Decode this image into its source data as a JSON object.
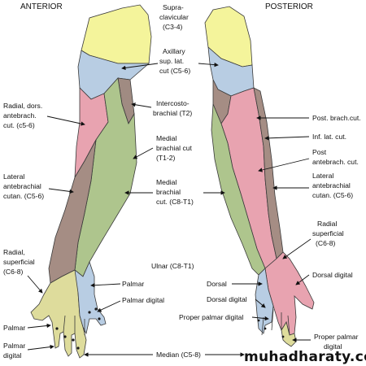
{
  "headings": {
    "anterior": "ANTERIOR",
    "posterior": "POSTERIOR"
  },
  "labels": {
    "supraclavicular": [
      "Supra-",
      "clavicular",
      "(C3-4)"
    ],
    "axillary": [
      "Axillary",
      "sup. lat.",
      "cut (C5-6)"
    ],
    "intercostobrachial": [
      "Intercosto-",
      "brachial (T2)"
    ],
    "medial_brachial_cut": [
      "Medial",
      "brachial cut",
      "(T1-2)"
    ],
    "medial_brachial_cut_c8": [
      "Medial",
      "brachial",
      "cut. (C8-T1)"
    ],
    "radial_dors": [
      "Radial, dors.",
      "antebrach.",
      "cut. (c5-6)"
    ],
    "lateral_antebrachial_left": [
      "Lateral",
      "antebrachial",
      "cutan. (C5-6)"
    ],
    "radial_superficial_left": [
      "Radial,",
      "superficial",
      "(C6-8)"
    ],
    "palmar_left": "Palmar",
    "palmar_digital_left": [
      "Palmar",
      "digital"
    ],
    "ulnar": "Ulnar (C8-T1)",
    "palmar_center": "Palmar",
    "palmar_digital_center": "Palmar digital",
    "median": "Median (C5-8)",
    "post_brach_cut": "Post. brach.cut.",
    "inf_lat_cut": "Inf. lat. cut.",
    "post_antebrach": [
      "Post",
      "antebrach. cut."
    ],
    "lateral_antebrachial_right": [
      "Lateral",
      "antebrachial",
      "cutan. (C5-6)"
    ],
    "radial_superficial_right": [
      "Radial",
      "superficial",
      "(C6-8)"
    ],
    "dorsal_digital_right": "Dorsal digital",
    "dorsal_center": "Dorsal",
    "dorsal_digital_center": "Dorsal digital",
    "proper_palmar_digital_center": "Proper palmar digital",
    "proper_palmar_right": [
      "Proper palmar",
      "digital"
    ]
  },
  "watermark": "muhadharaty.com",
  "colors": {
    "supraclavicular": "#f4f49b",
    "axillary": "#b8cde3",
    "intercostobrachial": "#a08b82",
    "radial_pink": "#e8a3b0",
    "medial_green": "#aec58d",
    "lateral_brown": "#a58d84",
    "hand_yellow": "#dedc9c",
    "ulnar_blue": "#b8cde3"
  }
}
